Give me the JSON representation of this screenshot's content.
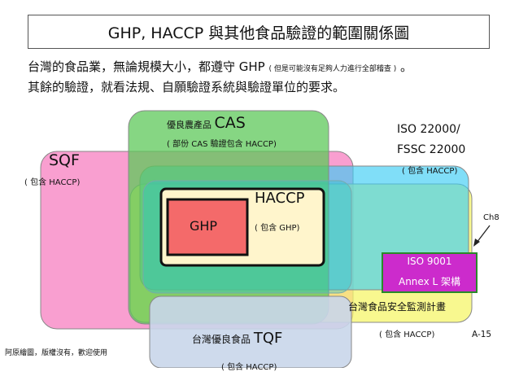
{
  "title": "GHP, HACCP 與其他食品驗證的範圍關係圖",
  "intro": {
    "line1_main": "台灣的食品業，無論規模大小，都遵守  GHP",
    "line1_note": "( 但是可能沒有足夠人力進行全部稽查 )",
    "line1_end": "。",
    "line2": "其餘的驗證，就看法規、自願驗證系統與驗證單位的要求。"
  },
  "sets": {
    "cas": {
      "prefix": "優良農產品",
      "name": "CAS",
      "note": "( 部份 CAS 驗證包含 HACCP)"
    },
    "sqf": {
      "name": "SQF",
      "note": "( 包含 HACCP)"
    },
    "iso22000": {
      "name_line1": "ISO 22000/",
      "name_line2": "FSSC 22000",
      "note": "( 包含 HACCP)"
    },
    "haccp": {
      "name": "HACCP",
      "note": "( 包含 GHP)"
    },
    "ghp": {
      "name": "GHP"
    },
    "iso9001": {
      "line1": "ISO 9001",
      "line2": "Annex L 架構"
    },
    "monitoring": {
      "name": "台灣食品安全監測計畫",
      "note": "( 包含 HACCP)"
    },
    "tqf": {
      "prefix": "台灣優良食品",
      "name": "TQF",
      "note": "( 包含 HACCP)"
    }
  },
  "callout": "Ch8",
  "page_id": "A-15",
  "credit": "阿原繪圖，版權沒有，歡迎使用",
  "colors": {
    "cas": "#5ec85a",
    "sqf": "#f77fc0",
    "iso22000": "#3ccdf5",
    "haccp_outline": "#2ec4cc",
    "monitoring": "#f5f56a",
    "tqf": "#c9d6ea",
    "haccp_fill": "#fff5cc",
    "ghp_fill": "#f46a6a",
    "iso9001_fill": "#cc2bcc",
    "iso9001_border": "#2a8a2a"
  }
}
